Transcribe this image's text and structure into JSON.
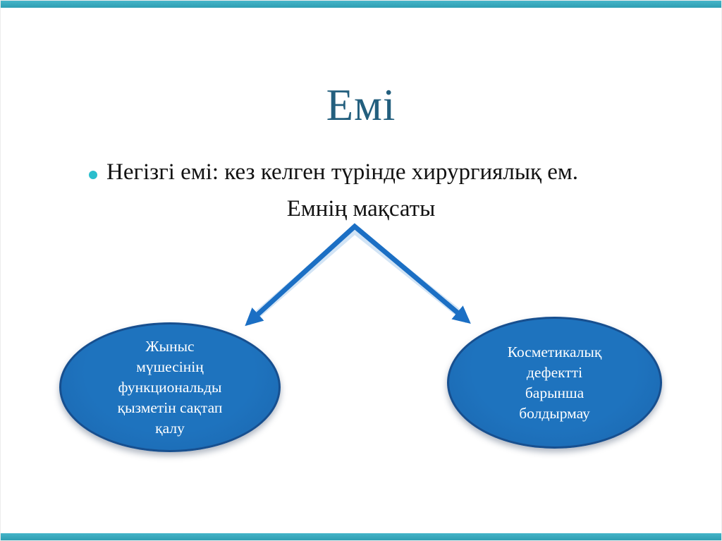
{
  "slide": {
    "title": "Емі",
    "bullet_item": "Негізгі емі: кез келген түрінде хирургиялық ем.",
    "subtitle": "Емнің мақсаты",
    "diagram": {
      "nodes": [
        {
          "side": "left",
          "text": "Жыныс\nмүшесінің\nфункциональды\nқызметін сақтап\nқалу"
        },
        {
          "side": "right",
          "text": "Косметикалық\nдефектті\nбарынша\nболдырмау"
        }
      ]
    },
    "colors": {
      "title_color": "#235F7E",
      "bullet_dot": "#2BBECD",
      "edge_bar_teal": "#44B4C8",
      "edge_bar_teal_dark": "#2F9FB3",
      "arrow_color": "#1B6FC4",
      "arrow_halo": "#9CC3E8",
      "ellipse_fill": "#1E73BE",
      "ellipse_fill_edge": "#1B66AE",
      "ellipse_border": "#174F8F",
      "node_text": "#FFFFFF"
    }
  }
}
